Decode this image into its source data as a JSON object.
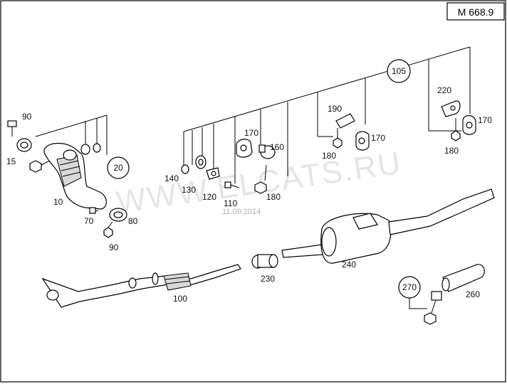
{
  "diagram_code": "M 668.9",
  "watermark": "WWW.ELCATS.RU",
  "date_stamp": "11.09.2014",
  "callouts": {
    "c105": "105",
    "c20": "20",
    "c270": "270"
  },
  "labels": {
    "p90a": "90",
    "p15": "15",
    "p10": "10",
    "p70": "70",
    "p80": "80",
    "p90b": "90",
    "p140": "140",
    "p130": "130",
    "p120": "120",
    "p110": "110",
    "p170a": "170",
    "p160": "160",
    "p180a": "180",
    "p190": "190",
    "p180b": "180",
    "p170b": "170",
    "p220": "220",
    "p170c": "170",
    "p180c": "180",
    "p100": "100",
    "p230": "230",
    "p240": "240",
    "p260": "260"
  }
}
